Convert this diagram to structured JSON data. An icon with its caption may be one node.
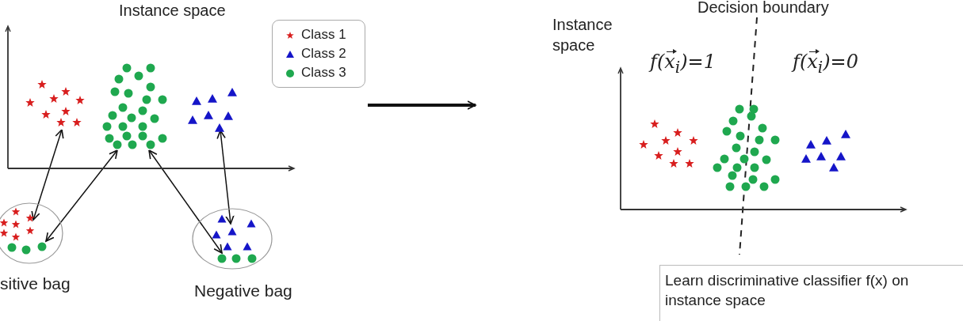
{
  "diagram": {
    "nodes": [
      {
        "text": [
          "Instance space"
        ]
      },
      {
        "text": [],
        "shape": "picture",
        "in": 0
      },
      {
        "text": [],
        "shape": "picture",
        "in": 0
      },
      {
        "text": [],
        "shape": "picture",
        "in": 0
      },
      {
        "text": [
          "sitive bag"
        ]
      },
      {
        "text": [
          "Negative bag"
        ]
      },
      {
        "text": [
          "Instance space"
        ]
      },
      {
        "text": [
          "Learn discriminative classifier f(x) on instance space"
        ]
      }
    ],
    "edges": [
      {
        "from": 1,
        "to": 4,
        "arrow": "both"
      },
      {
        "from": 2,
        "to": 4,
        "arrow": "both"
      },
      {
        "from": 2,
        "to": 5,
        "arrow": "both"
      },
      {
        "from": 3,
        "to": 5,
        "arrow": "both"
      },
      {
        "from": 0,
        "to": 6,
        "arrow": "to",
        "style": "thick"
      }
    ],
    "labels": [
      "Decision boundary",
      "f(x⃗$_{i}$)=1",
      "f(x⃗$_{i}$)=0"
    ],
    "legend": [
      {
        "text": "Class 1"
      },
      {
        "text": "Class 2"
      },
      {
        "text": "Class 3"
      }
    ]
  }
}
